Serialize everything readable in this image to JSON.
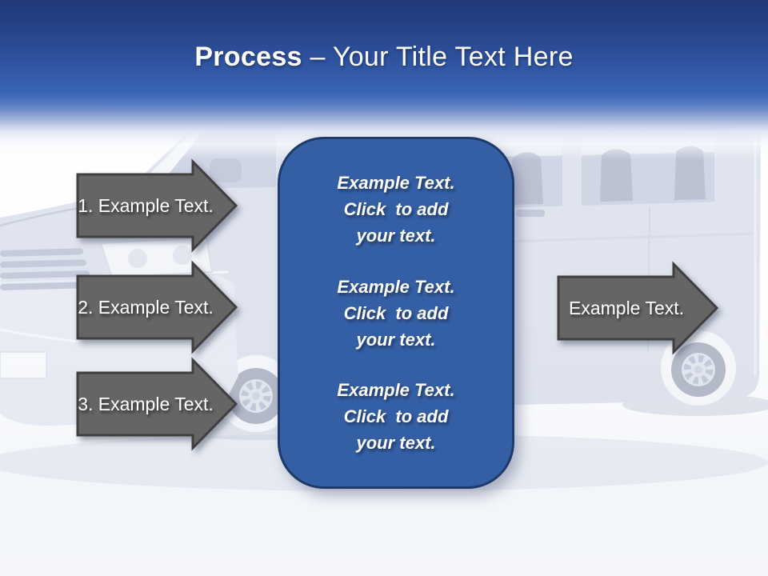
{
  "title": {
    "emphasis": "Process",
    "rest": " – Your Title Text Here"
  },
  "left_arrows": [
    {
      "label": "1. Example Text."
    },
    {
      "label": "2. Example Text."
    },
    {
      "label": "3. Example Text."
    }
  ],
  "right_arrow": {
    "label": "Example Text."
  },
  "content_panel": {
    "blocks": [
      {
        "lines": [
          "Example Text.",
          "Click  to add",
          "your text."
        ]
      },
      {
        "lines": [
          "Example Text.",
          "Click  to add",
          "your text."
        ]
      },
      {
        "lines": [
          "Example Text.",
          "Click  to add",
          "your text."
        ]
      }
    ]
  },
  "background": {
    "description_icon": "van-photo-watermark"
  },
  "colors": {
    "header_top": "#20397a",
    "header_mid": "#3a64b5",
    "panel_fill": "#355fa4",
    "panel_border": "#1e3a6b",
    "arrow_fill": "#656565",
    "arrow_border": "#3f3f3f",
    "text_white": "#ffffff"
  }
}
